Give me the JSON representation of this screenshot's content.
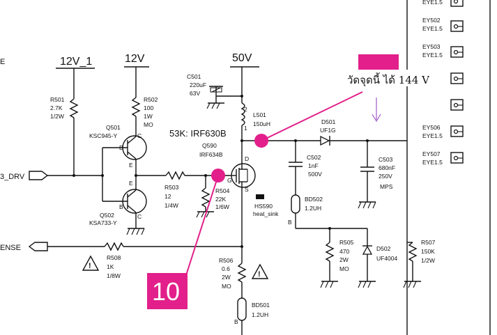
{
  "rails": {
    "rail_12v1": "12V_1",
    "rail_12v": "12V",
    "rail_50v": "50V"
  },
  "ports": {
    "drv": "3_DRV",
    "sense": "ENSE",
    "top_left_label": "E"
  },
  "components": {
    "r501": [
      "R501",
      "2.7K",
      "1/2W"
    ],
    "r502": [
      "R502",
      "100",
      "1W",
      "MO"
    ],
    "q501": [
      "Q501",
      "KSC945-Y"
    ],
    "q502": [
      "Q502",
      "KSA733-Y"
    ],
    "r503": [
      "R503",
      "12",
      "1/4W"
    ],
    "r504": [
      "R504",
      "22K",
      "1/6W"
    ],
    "c501": [
      "C501",
      "220uF",
      "63V"
    ],
    "l501": [
      "L501",
      "150uH"
    ],
    "q590": [
      "Q590",
      "IRF634B"
    ],
    "d501": [
      "D501",
      "UF1G"
    ],
    "c502": [
      "C502",
      "1nF",
      "500V"
    ],
    "c503": [
      "C503",
      "680nF",
      "250V",
      "MPS"
    ],
    "bd502": [
      "BD502",
      "1.2UH"
    ],
    "hs590": [
      "HS590",
      "heat_sink"
    ],
    "r505": [
      "R505",
      "470",
      "2W",
      "MO"
    ],
    "d502": [
      "D502",
      "UF4004"
    ],
    "r507": [
      "R507",
      "150K",
      "1/2W"
    ],
    "r506": [
      "R506",
      "0.6",
      "2W",
      "MO"
    ],
    "bd501": [
      "BD501",
      "1.2UH"
    ],
    "r508": [
      "R508",
      "1K",
      "1/8W"
    ]
  },
  "pin_letters": {
    "q501_b": "B",
    "q501_c": "C",
    "q501_e": "E",
    "q502_b": "B",
    "q502_c": "C",
    "q502_e": "E",
    "q590_d": "D",
    "q590_g": "G",
    "q590_s": "S",
    "bd502_b": "B",
    "bd501_b": "B"
  },
  "coil_pins": {
    "p2": "2",
    "p1": "1"
  },
  "annotation_53k": "53K: IRF630B",
  "eye_connectors": [
    [
      "",
      "EYE1.5"
    ],
    [
      "EY502",
      "EYE1.5"
    ],
    [
      "EY503",
      "EYE1.5"
    ],
    [
      "",
      ""
    ],
    [
      "",
      ""
    ],
    [
      "EY506",
      "EYE1.5"
    ],
    [
      "EY507",
      "EYE1.5"
    ]
  ],
  "markers": {
    "thai_note": "วัดจุดนี้ ได้ 144 V",
    "badge_10": "10",
    "magenta": "#e21f8a",
    "violet": "#a05ac8"
  },
  "warning_symbol": "!"
}
